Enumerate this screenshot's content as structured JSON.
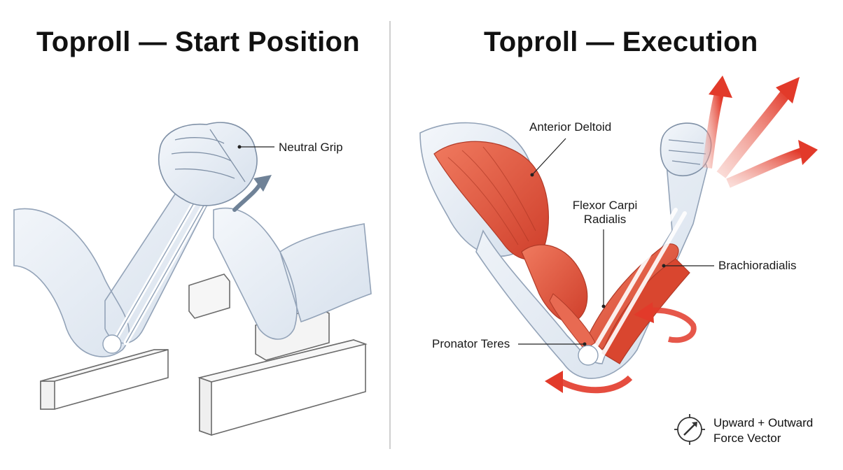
{
  "left_panel": {
    "title": "Toproll — Start Position",
    "labels": {
      "neutral_grip": "Neutral Grip"
    }
  },
  "right_panel": {
    "title": "Toproll — Execution",
    "labels": {
      "anterior_deltoid": "Anterior Deltoid",
      "flexor_carpi_radialis_line1": "Flexor Carpi",
      "flexor_carpi_radialis_line2": "Radialis",
      "brachioradialis": "Brachioradialis",
      "pronator_teres": "Pronator Teres"
    },
    "legend": {
      "line1": "Upward + Outward",
      "line2": "Force Vector",
      "icon": "compass-arrow-icon"
    }
  },
  "colors": {
    "muscle": "#e4553f",
    "muscle_dark": "#c23b28",
    "arrow": "#e23a2a",
    "skin": "#e9eef6",
    "skin_stroke": "#93a3b8",
    "bone": "#ffffff",
    "divider": "#cfcfcf"
  }
}
